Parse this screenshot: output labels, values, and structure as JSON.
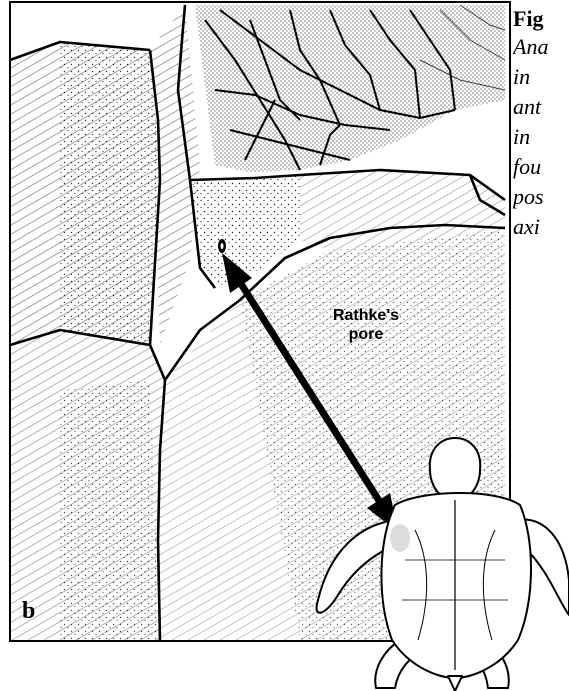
{
  "caption": {
    "title": "Fig",
    "lines": [
      "Ana",
      "in",
      "ant",
      "in",
      "fou",
      "pos",
      "axi"
    ]
  },
  "annotation": {
    "label_line1": "Rathke's",
    "label_line2": "pore"
  },
  "panel": {
    "letter": "b"
  },
  "illustration": {
    "subject": "turtle hatchling plastron scutes",
    "style": "black-and-white stippled line drawing",
    "highlight_color": "#d9d9d9"
  }
}
